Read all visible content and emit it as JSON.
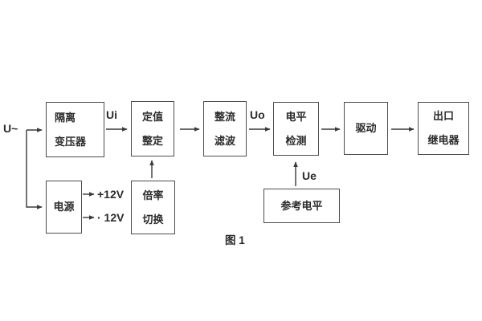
{
  "figure": {
    "caption": "图 1"
  },
  "blocks": {
    "isolation_transformer": {
      "line1": "隔离",
      "line2": "变压器"
    },
    "setpoint_setting": {
      "line1": "定值",
      "line2": "整定"
    },
    "rectifier_filter": {
      "line1": "整流",
      "line2": "滤波"
    },
    "level_detector": {
      "line1": "电平",
      "line2": "检测"
    },
    "driver": {
      "label": "驱动"
    },
    "output_relay": {
      "line1": "出口",
      "line2": "继电器"
    },
    "power_supply": {
      "label": "电源"
    },
    "ratio_switch": {
      "line1": "倍率",
      "line2": "切换"
    },
    "reference_level": {
      "label": "参考电平"
    }
  },
  "signals": {
    "input": "U~",
    "ui": "Ui",
    "uo": "Uo",
    "ue": "Ue",
    "plus_12v": "+12V",
    "minus_12v": "· 12V"
  },
  "colors": {
    "line": "#3a3a3a",
    "border": "#4d4d4d",
    "text": "#2b2b2b",
    "background": "#ffffff"
  }
}
